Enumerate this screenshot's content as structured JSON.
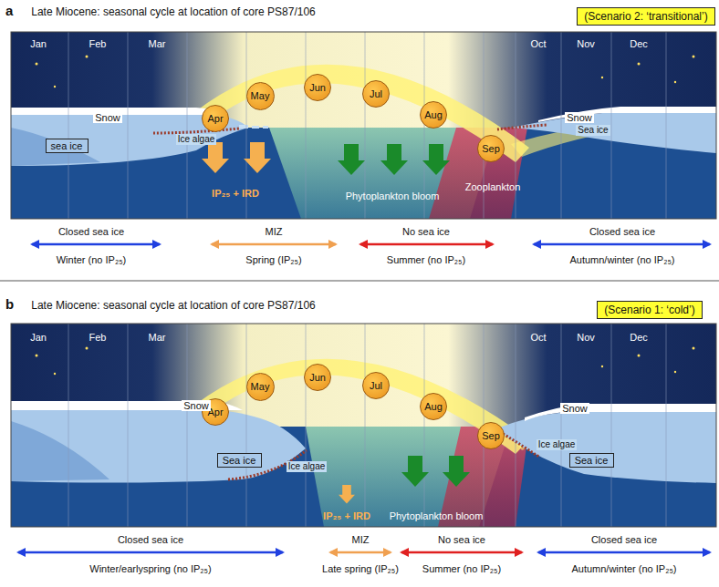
{
  "diagram": {
    "nodes": [
      {
        "text": [
          "(Scenario 2: ‘transitional’)"
        ]
      },
      {
        "text": [
          "Apr"
        ]
      },
      {
        "text": [
          "May"
        ]
      },
      {
        "text": [
          "Jun"
        ]
      },
      {
        "text": [
          "Jul"
        ]
      },
      {
        "text": [
          "Aug"
        ]
      },
      {
        "text": [
          "Sep"
        ]
      },
      {
        "text": [
          "sea ice"
        ]
      },
      {
        "text": [
          "(Scenario 1: ‘cold’)"
        ]
      },
      {
        "text": [
          "Apr"
        ]
      },
      {
        "text": [
          "May"
        ]
      },
      {
        "text": [
          "Jun"
        ]
      },
      {
        "text": [
          "Jul"
        ]
      },
      {
        "text": [
          "Aug"
        ]
      },
      {
        "text": [
          "Sep"
        ]
      },
      {
        "text": [
          "Sea ice"
        ]
      },
      {
        "text": [
          "Sea ice"
        ]
      }
    ],
    "labels": [
      "a",
      "Late Miocene: seasonal cycle at location of core PS87/106",
      "Jan",
      "Feb",
      "Mar",
      "Oct",
      "Nov",
      "Dec",
      "Snow",
      "Ice algae",
      "IP₂₅ + IRD",
      "Phytoplankton bloom",
      "Zooplankton",
      "Snow",
      "Sea ice",
      "Closed sea ice",
      "MIZ",
      "No sea ice",
      "Closed sea ice",
      "Winter (no IP₂₅)",
      "Spring (IP₂₅)",
      "Summer (no IP₂₅)",
      "Autumn/winter (no IP₂₅)",
      "b",
      "Late Miocene: seasonal cycle at location of core PS87/106",
      "Jan",
      "Feb",
      "Mar",
      "Oct",
      "Nov",
      "Dec",
      "Snow",
      "Ice algae",
      "IP₂₅ + IRD",
      "Phytoplankton bloom",
      "Snow",
      "Ice algae",
      "Closed sea ice",
      "MIZ",
      "No sea ice",
      "Closed sea ice",
      "Winter/earlyspring (no IP₂₅)",
      "Late spring (IP₂₅)",
      "Summer (no IP₂₅)",
      "Autumn/winter (no IP₂₅)"
    ]
  }
}
